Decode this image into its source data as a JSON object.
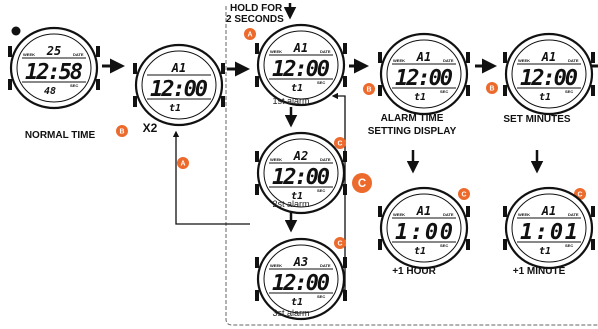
{
  "labels": {
    "hold_line1": "HOLD FOR",
    "hold_line2": "2 SECONDS",
    "normal_time": "NORMAL TIME",
    "x2": "X2",
    "first_alarm": "1st alarm",
    "second_alarm": "2st alarm",
    "third_alarm": "3st alarm",
    "alarm_line1": "ALARM TIME",
    "alarm_line2": "SETTING DISPLAY",
    "set_minutes": "SET MINUTES",
    "plus_hour": "+1 HOUR",
    "plus_minute": "+1 MINUTE"
  },
  "buttons": {
    "a": "A",
    "b": "B",
    "c": "C"
  },
  "colors": {
    "badge": "#ec6a2c",
    "line": "#111111",
    "dashed": "#555555"
  },
  "watches": [
    {
      "id": "normal",
      "time": "12:58",
      "top": "25",
      "topLabel": "DATE",
      "tag": "WEEK",
      "bottom": "48",
      "bottomLabel": "SEC"
    },
    {
      "id": "alarm-display",
      "time": "12:00",
      "top": "A1",
      "topLabel": "",
      "tag": "",
      "bottom": "t1",
      "bottomLabel": ""
    },
    {
      "id": "first-alarm",
      "time": "12:00",
      "top": "A1",
      "topLabel": "DATE",
      "tag": "WEEK",
      "bottom": "t1",
      "bottomLabel": "SEC"
    },
    {
      "id": "second-alarm",
      "time": "12:00",
      "top": "A2",
      "topLabel": "DATE",
      "tag": "WEEK",
      "bottom": "t1",
      "bottomLabel": "SEC"
    },
    {
      "id": "third-alarm",
      "time": "12:00",
      "top": "A3",
      "topLabel": "DATE",
      "tag": "WEEK",
      "bottom": "t1",
      "bottomLabel": "SEC"
    },
    {
      "id": "setting-display",
      "time": "12:00",
      "top": "A1",
      "topLabel": "DATE",
      "tag": "WEEK",
      "bottom": "t1",
      "bottomLabel": "SEC"
    },
    {
      "id": "set-minutes",
      "time": "12:00",
      "top": "A1",
      "topLabel": "DATE",
      "tag": "WEEK",
      "bottom": "t1",
      "bottomLabel": "SEC"
    },
    {
      "id": "plus-hour",
      "time": "1:00",
      "top": "A1",
      "topLabel": "DATE",
      "tag": "WEEK",
      "bottom": "t1",
      "bottomLabel": "SEC"
    },
    {
      "id": "plus-minute",
      "time": "1:01",
      "top": "A1",
      "topLabel": "DATE",
      "tag": "WEEK",
      "bottom": "t1",
      "bottomLabel": "SEC"
    }
  ]
}
